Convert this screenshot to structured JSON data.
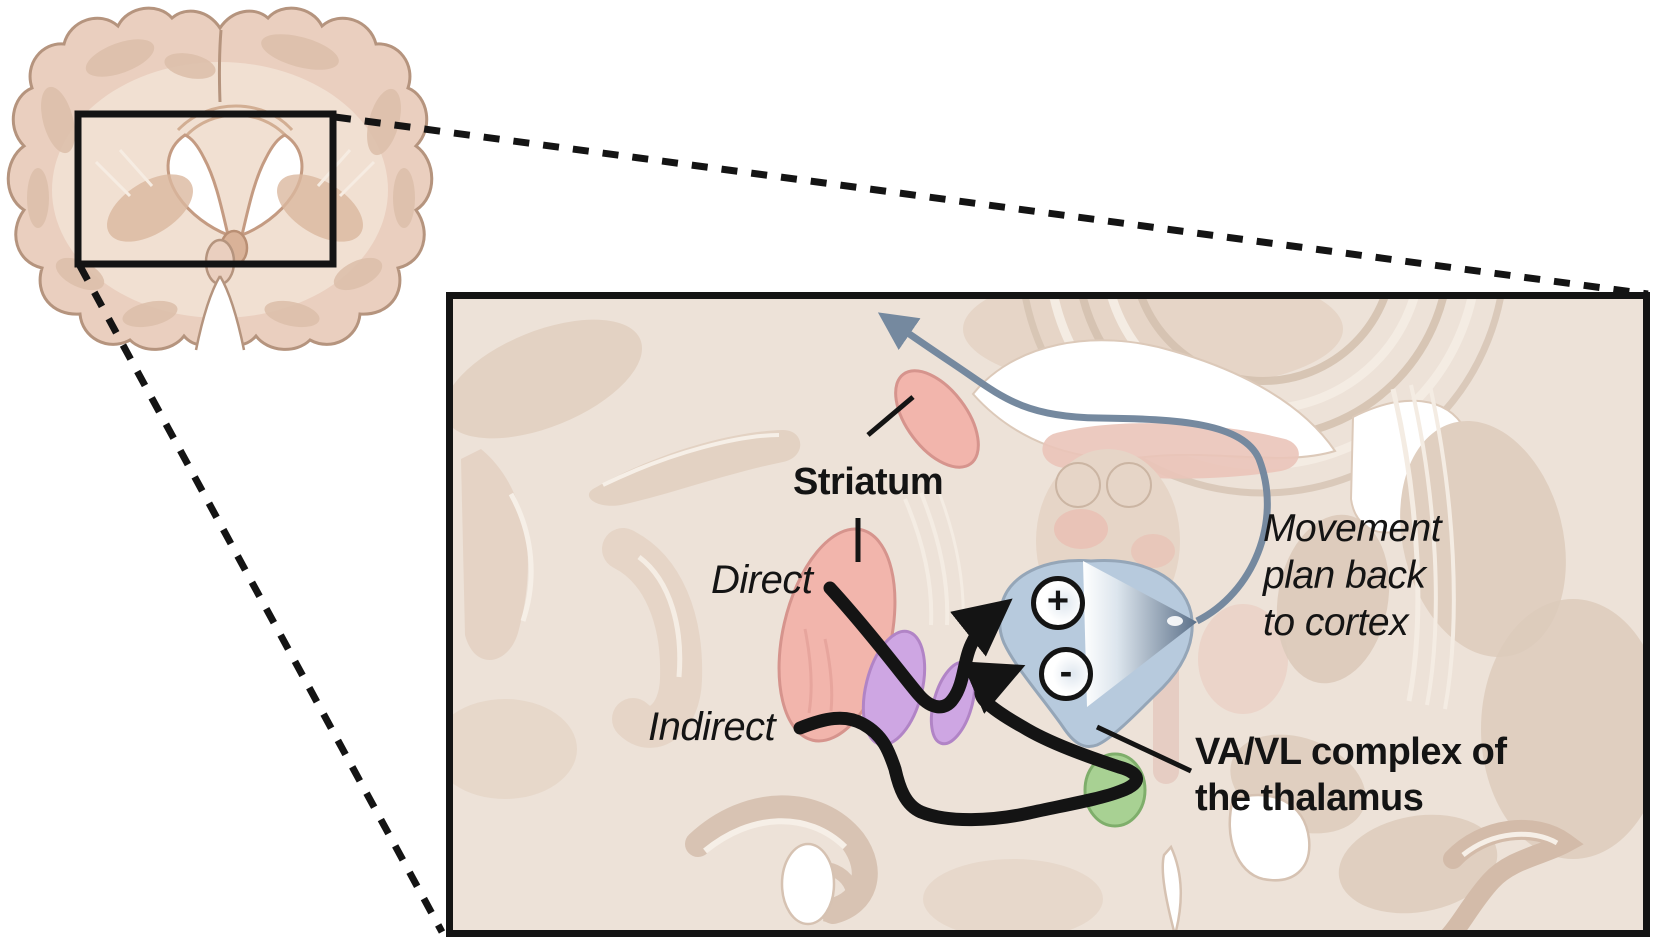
{
  "inset": {
    "labels": {
      "striatum": "Striatum",
      "direct": "Direct",
      "indirect": "Indirect",
      "movement": {
        "lines": [
          "Movement",
          "plan back",
          "to cortex"
        ]
      },
      "vavl": {
        "lines": [
          "VA/VL complex of",
          "the thalamus"
        ]
      },
      "excitatory_sign": "+",
      "inhibitory_sign": "-"
    }
  },
  "colors": {
    "striatum_pink": "#F2B5AC",
    "striatum_border": "#D6948D",
    "pallidus_purple": "#CEA6E3",
    "pallidus_border": "#B184C6",
    "thalamus_blue": "#B7CADD",
    "thalamus_border": "#95A6B8",
    "stn_green": "#A8D193",
    "stn_border": "#7FAE6B",
    "pathway_black": "#141414",
    "cortex_arrow_slate": "#75899F",
    "funnel_dark": "#5B7089"
  }
}
